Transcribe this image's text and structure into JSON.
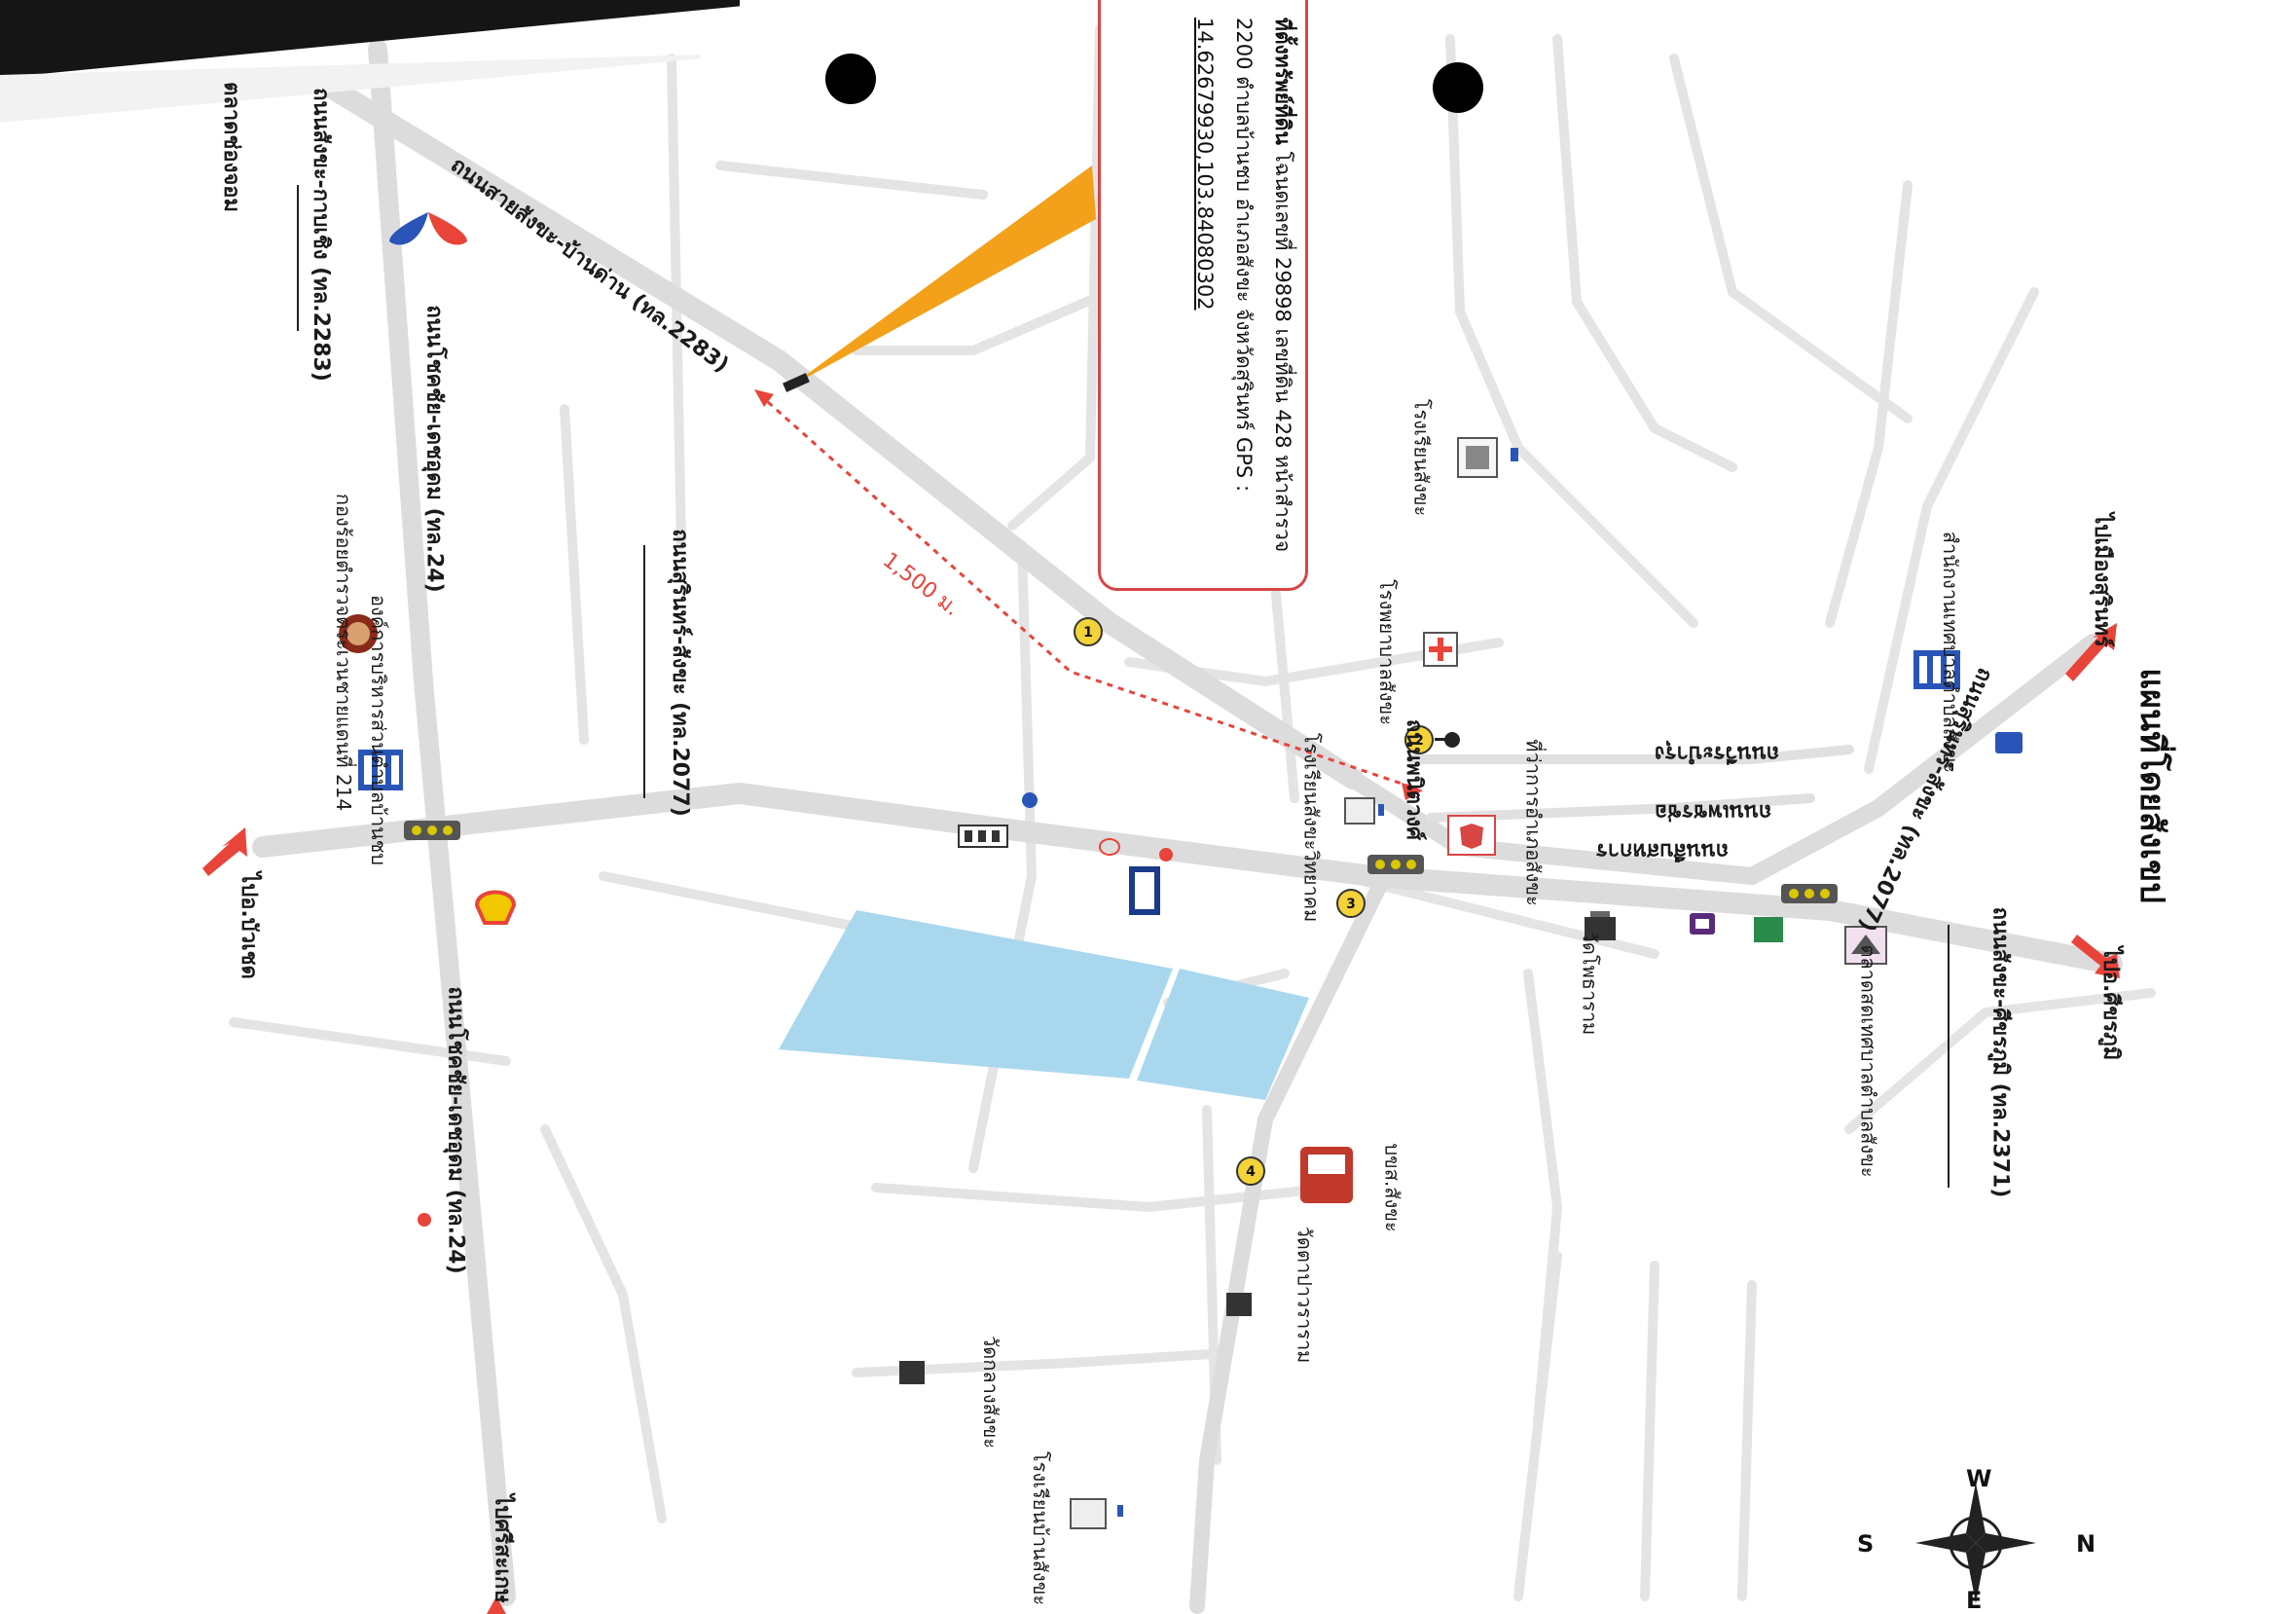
{
  "map": {
    "title": "แผนที่โดยสังเขป",
    "info_box": {
      "heading": "ที่ตั้งทรัพย์ที่ดิน",
      "line1": "โฉนดเลขที่ 29898 เลขที่ดิน 428 หน้าสำรวจ 2200 ตำบลบ้านชบ อำเภอสังขะ จังหวัดสุรินทร์",
      "gps_label": "GPS :",
      "gps_value": "14.62679930,103.84080302"
    },
    "distance_label": "1,500 ม.",
    "roads": [
      "ถนนสายสังขะ-บ้านด่าน (ทล.2283)",
      "ถนนสังขะ-กาบเชิง (ทล.2283)",
      "ถนนโชคชัย-เดชอุดม (ทล.24)",
      "ถนนโชคชัย-เดชอุดม (ทล.24)",
      "ถนนสุรินทร์-สังขะ (ทล.2077)",
      "ถนนสุรินทร์-สังขะ (ทล.2077)",
      "ถนนสังขะ-ศีขรภูมิ (ทล.2371)",
      "ถนนวีระบำรุง",
      "ถนนเพชรช่อ",
      "ถนนสืบสหการ",
      "ถนนพนิตวงศ์"
    ],
    "directions": [
      "ไปเมืองสุรินทร์",
      "ไปอ.ศีขรภูมิ",
      "ไปอ.บัวเชด",
      "ไปศรีสะเกษ",
      "ตลาดช่องจอม"
    ],
    "places": [
      "โรงเรียนสังขะ",
      "โรงพยาบาลสังขะ",
      "สำนักงานเทศบาลตำบลสังขะ",
      "โรงเรียนสังขะวิทยาคม",
      "ที่ว่าการอำเภอสังขะ",
      "วัดโพธาราม",
      "ตลาดสดเทศบาลตำบลสังขะ",
      "บขส.สังขะ",
      "วัดตาปาวราราม",
      "วัดกลางสังขะ",
      "โรงเรียนบ้านสังขะ",
      "กองร้อยตำรวจตระเวนชายแดนที่ 214",
      "องค์การบริหารส่วนตำบลบ้านชบ"
    ],
    "markers": [
      "1",
      "2",
      "3",
      "4"
    ],
    "compass": {
      "n": "N",
      "s": "S",
      "e": "E",
      "w": "W"
    },
    "colors": {
      "road": "#e2e2e2",
      "highway": "#d9d9d9",
      "plot": "#a9d8ee",
      "accent": "#d84545",
      "arrow": "#e8443a",
      "pointer": "#f3a01a"
    }
  }
}
